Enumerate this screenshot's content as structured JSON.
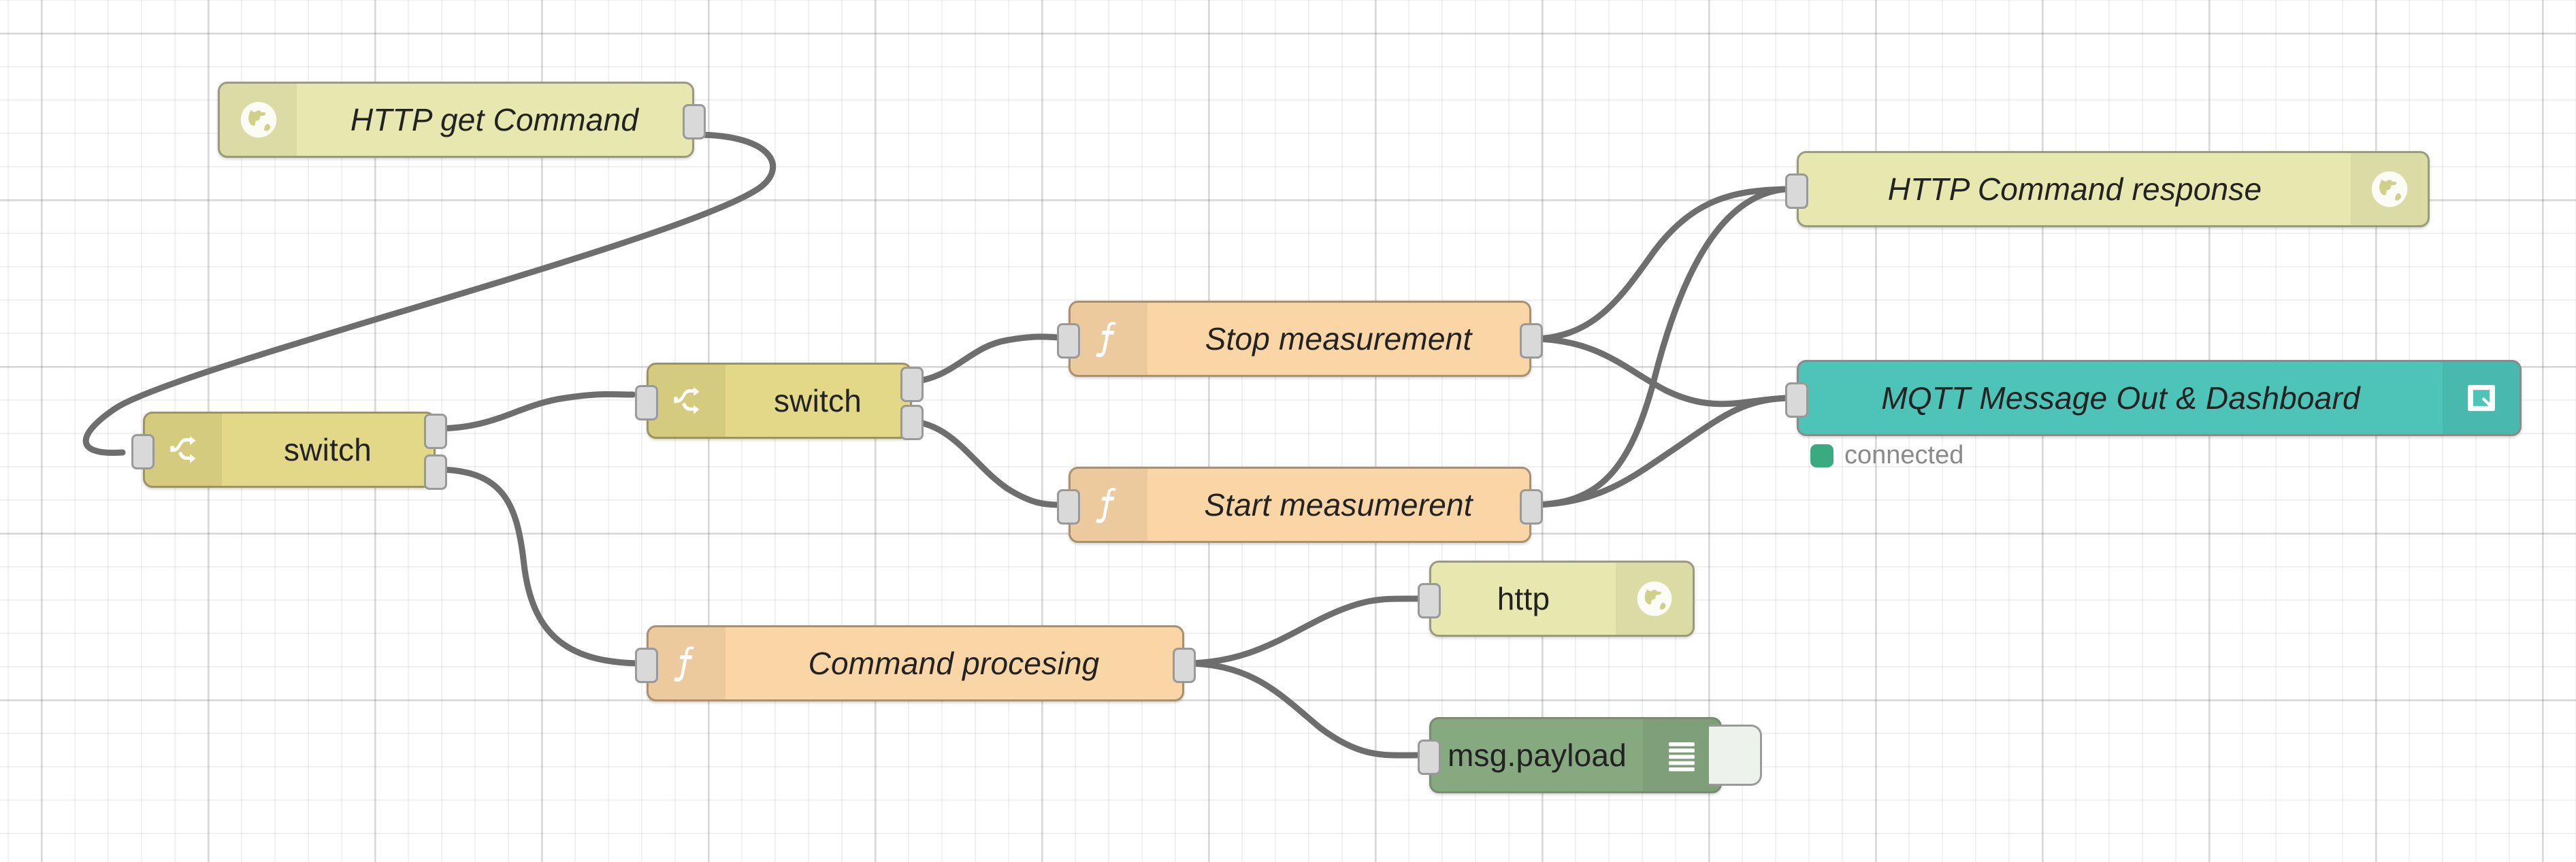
{
  "app": {
    "name": "Node-RED flow editor",
    "canvas_background": "#ffffff",
    "grid_color": "#ededed",
    "wire_color": "#6e6e6e"
  },
  "palette": {
    "http_node": "#e7e8af",
    "switch_node": "#e2d887",
    "function_node": "#fad6a7",
    "mqtt_node": "#4ec4b8",
    "debug_node": "#87a980",
    "status_connected": "#3aaa80",
    "port_fill": "#d9d9d9",
    "port_border": "#999999"
  },
  "nodes": [
    {
      "id": "http-get-command",
      "label": "HTTP get Command",
      "type": "http in",
      "color": "#e7e8af",
      "icon": "globe-icon",
      "icon_side": "left",
      "inputs": 0,
      "outputs": 1,
      "italic": true
    },
    {
      "id": "switch-1",
      "label": "switch",
      "type": "switch",
      "color": "#e2d887",
      "icon": "switch-branch-icon",
      "icon_side": "left",
      "inputs": 1,
      "outputs": 2,
      "italic": false
    },
    {
      "id": "switch-2",
      "label": "switch",
      "type": "switch",
      "color": "#e2d887",
      "icon": "switch-branch-icon",
      "icon_side": "left",
      "inputs": 1,
      "outputs": 2,
      "italic": false
    },
    {
      "id": "stop-measurement",
      "label": "Stop measurement",
      "type": "function",
      "color": "#fad6a7",
      "icon": "function-f-icon",
      "icon_side": "left",
      "inputs": 1,
      "outputs": 1,
      "italic": true
    },
    {
      "id": "start-measumerent",
      "label": "Start measumerent",
      "type": "function",
      "color": "#fad6a7",
      "icon": "function-f-icon",
      "icon_side": "left",
      "inputs": 1,
      "outputs": 1,
      "italic": true
    },
    {
      "id": "command-procesing",
      "label": "Command procesing",
      "type": "function",
      "color": "#fad6a7",
      "icon": "function-f-icon",
      "icon_side": "left",
      "inputs": 1,
      "outputs": 1,
      "italic": true
    },
    {
      "id": "http-command-response",
      "label": "HTTP Command response",
      "type": "http response",
      "color": "#e7e8af",
      "icon": "globe-icon",
      "icon_side": "right",
      "inputs": 1,
      "outputs": 0,
      "italic": true
    },
    {
      "id": "mqtt-message-out-dashboard",
      "label": "MQTT Message Out & Dashboard",
      "type": "mqtt out",
      "color": "#4ec4b8",
      "icon": "mqtt-broker-icon",
      "icon_side": "right",
      "inputs": 1,
      "outputs": 0,
      "italic": true,
      "status": {
        "text": "connected",
        "dot_color": "#3aaa80"
      }
    },
    {
      "id": "http-request",
      "label": "http",
      "type": "http request",
      "color": "#e7e8af",
      "icon": "globe-icon",
      "icon_side": "right",
      "inputs": 1,
      "outputs": 0,
      "italic": false
    },
    {
      "id": "msg-payload-debug",
      "label": "msg.payload",
      "type": "debug",
      "color": "#87a980",
      "icon": "debug-lines-icon",
      "icon_side": "right",
      "inputs": 1,
      "outputs": 0,
      "italic": false,
      "toggle": "debug-enable-toggle"
    }
  ],
  "wires": [
    {
      "from": "http-get-command",
      "to": "switch-1"
    },
    {
      "from": "switch-1",
      "from_port": 1,
      "to": "switch-2"
    },
    {
      "from": "switch-1",
      "from_port": 2,
      "to": "command-procesing"
    },
    {
      "from": "switch-2",
      "from_port": 1,
      "to": "stop-measurement"
    },
    {
      "from": "switch-2",
      "from_port": 2,
      "to": "start-measumerent"
    },
    {
      "from": "stop-measurement",
      "to": "http-command-response"
    },
    {
      "from": "stop-measurement",
      "to": "mqtt-message-out-dashboard"
    },
    {
      "from": "start-measumerent",
      "to": "http-command-response"
    },
    {
      "from": "start-measumerent",
      "to": "mqtt-message-out-dashboard"
    },
    {
      "from": "command-procesing",
      "to": "http-request"
    },
    {
      "from": "command-procesing",
      "to": "msg-payload-debug"
    }
  ]
}
